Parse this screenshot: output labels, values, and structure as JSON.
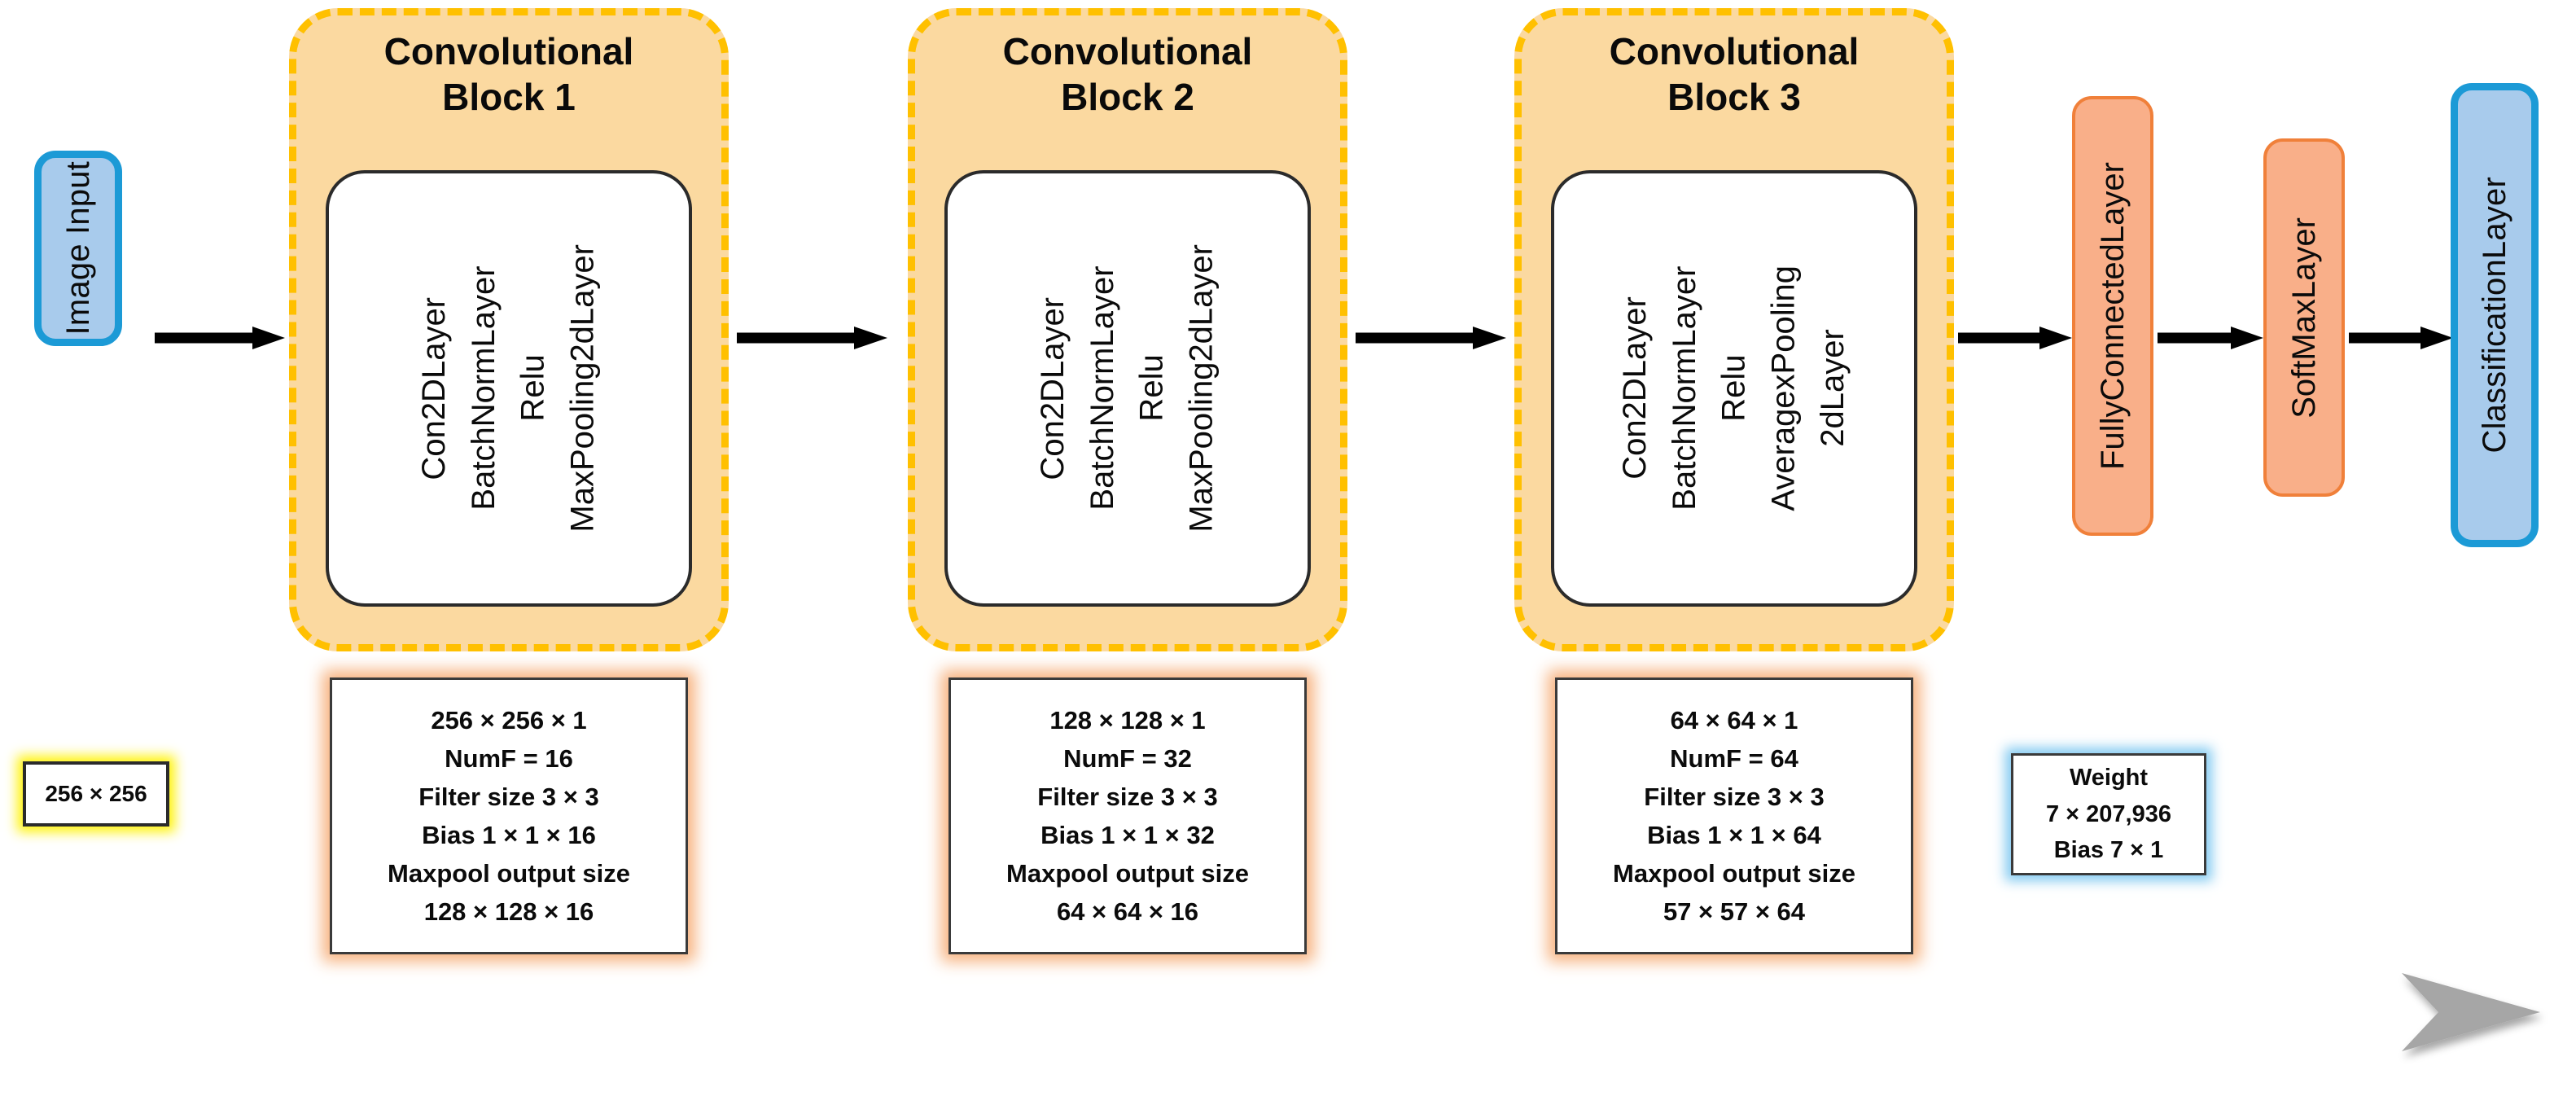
{
  "diagram": {
    "title": "CNN architecture flow diagram",
    "colors": {
      "conv_block_fill": "#FBD9A0",
      "conv_block_border": "#FFC000",
      "io_fill": "#A8CBEC",
      "io_border": "#1C9AD6",
      "dense_fill": "#F9AF89",
      "dense_border": "#F0803A",
      "param_glow": "#F7AF79",
      "weight_glow": "#7EC8F0",
      "size_glow": "#FFF200",
      "arrow": "#000000",
      "bottom_arrow_dark": "#3A3A3A",
      "bottom_arrow_light": "#A0A0A0"
    }
  },
  "input": {
    "label": "Image Input",
    "size_box": "256 × 256"
  },
  "conv_blocks": [
    {
      "title": "Convolutional\nBlock 1",
      "layers": "Con2DLayer\nBatchNormLayer\nRelu\nMaxPooling2dLayer",
      "params": [
        "256 × 256 × 1",
        "NumF = 16",
        "Filter size 3 × 3",
        "Bias 1 × 1 × 16",
        "Maxpool output size",
        "128 × 128 × 16"
      ]
    },
    {
      "title": "Convolutional\nBlock 2",
      "layers": "Con2DLayer\nBatchNormLayer\nRelu\nMaxPooling2dLayer",
      "params": [
        "128 × 128 × 1",
        "NumF = 32",
        "Filter size 3 × 3",
        "Bias 1 × 1 × 32",
        "Maxpool output size",
        "64 × 64 × 16"
      ]
    },
    {
      "title": "Convolutional\nBlock 3",
      "layers": "Con2DLayer\nBatchNormLayer\nRelu\nAveragexPooling\n2dLayer",
      "params": [
        "64 × 64 × 1",
        "NumF = 64",
        "Filter size 3 × 3",
        "Bias 1 × 1 × 64",
        "Maxpool output size",
        "57 × 57 × 64"
      ]
    }
  ],
  "head_layers": [
    {
      "label": "FullyConnectedLayer",
      "type": "dense"
    },
    {
      "label": "SoftMaxLayer",
      "type": "dense"
    },
    {
      "label": "ClassificationLayer",
      "type": "io"
    }
  ],
  "weight_box": {
    "lines": [
      "Weight",
      "7 × 207,936",
      "Bias 7 × 1"
    ]
  }
}
